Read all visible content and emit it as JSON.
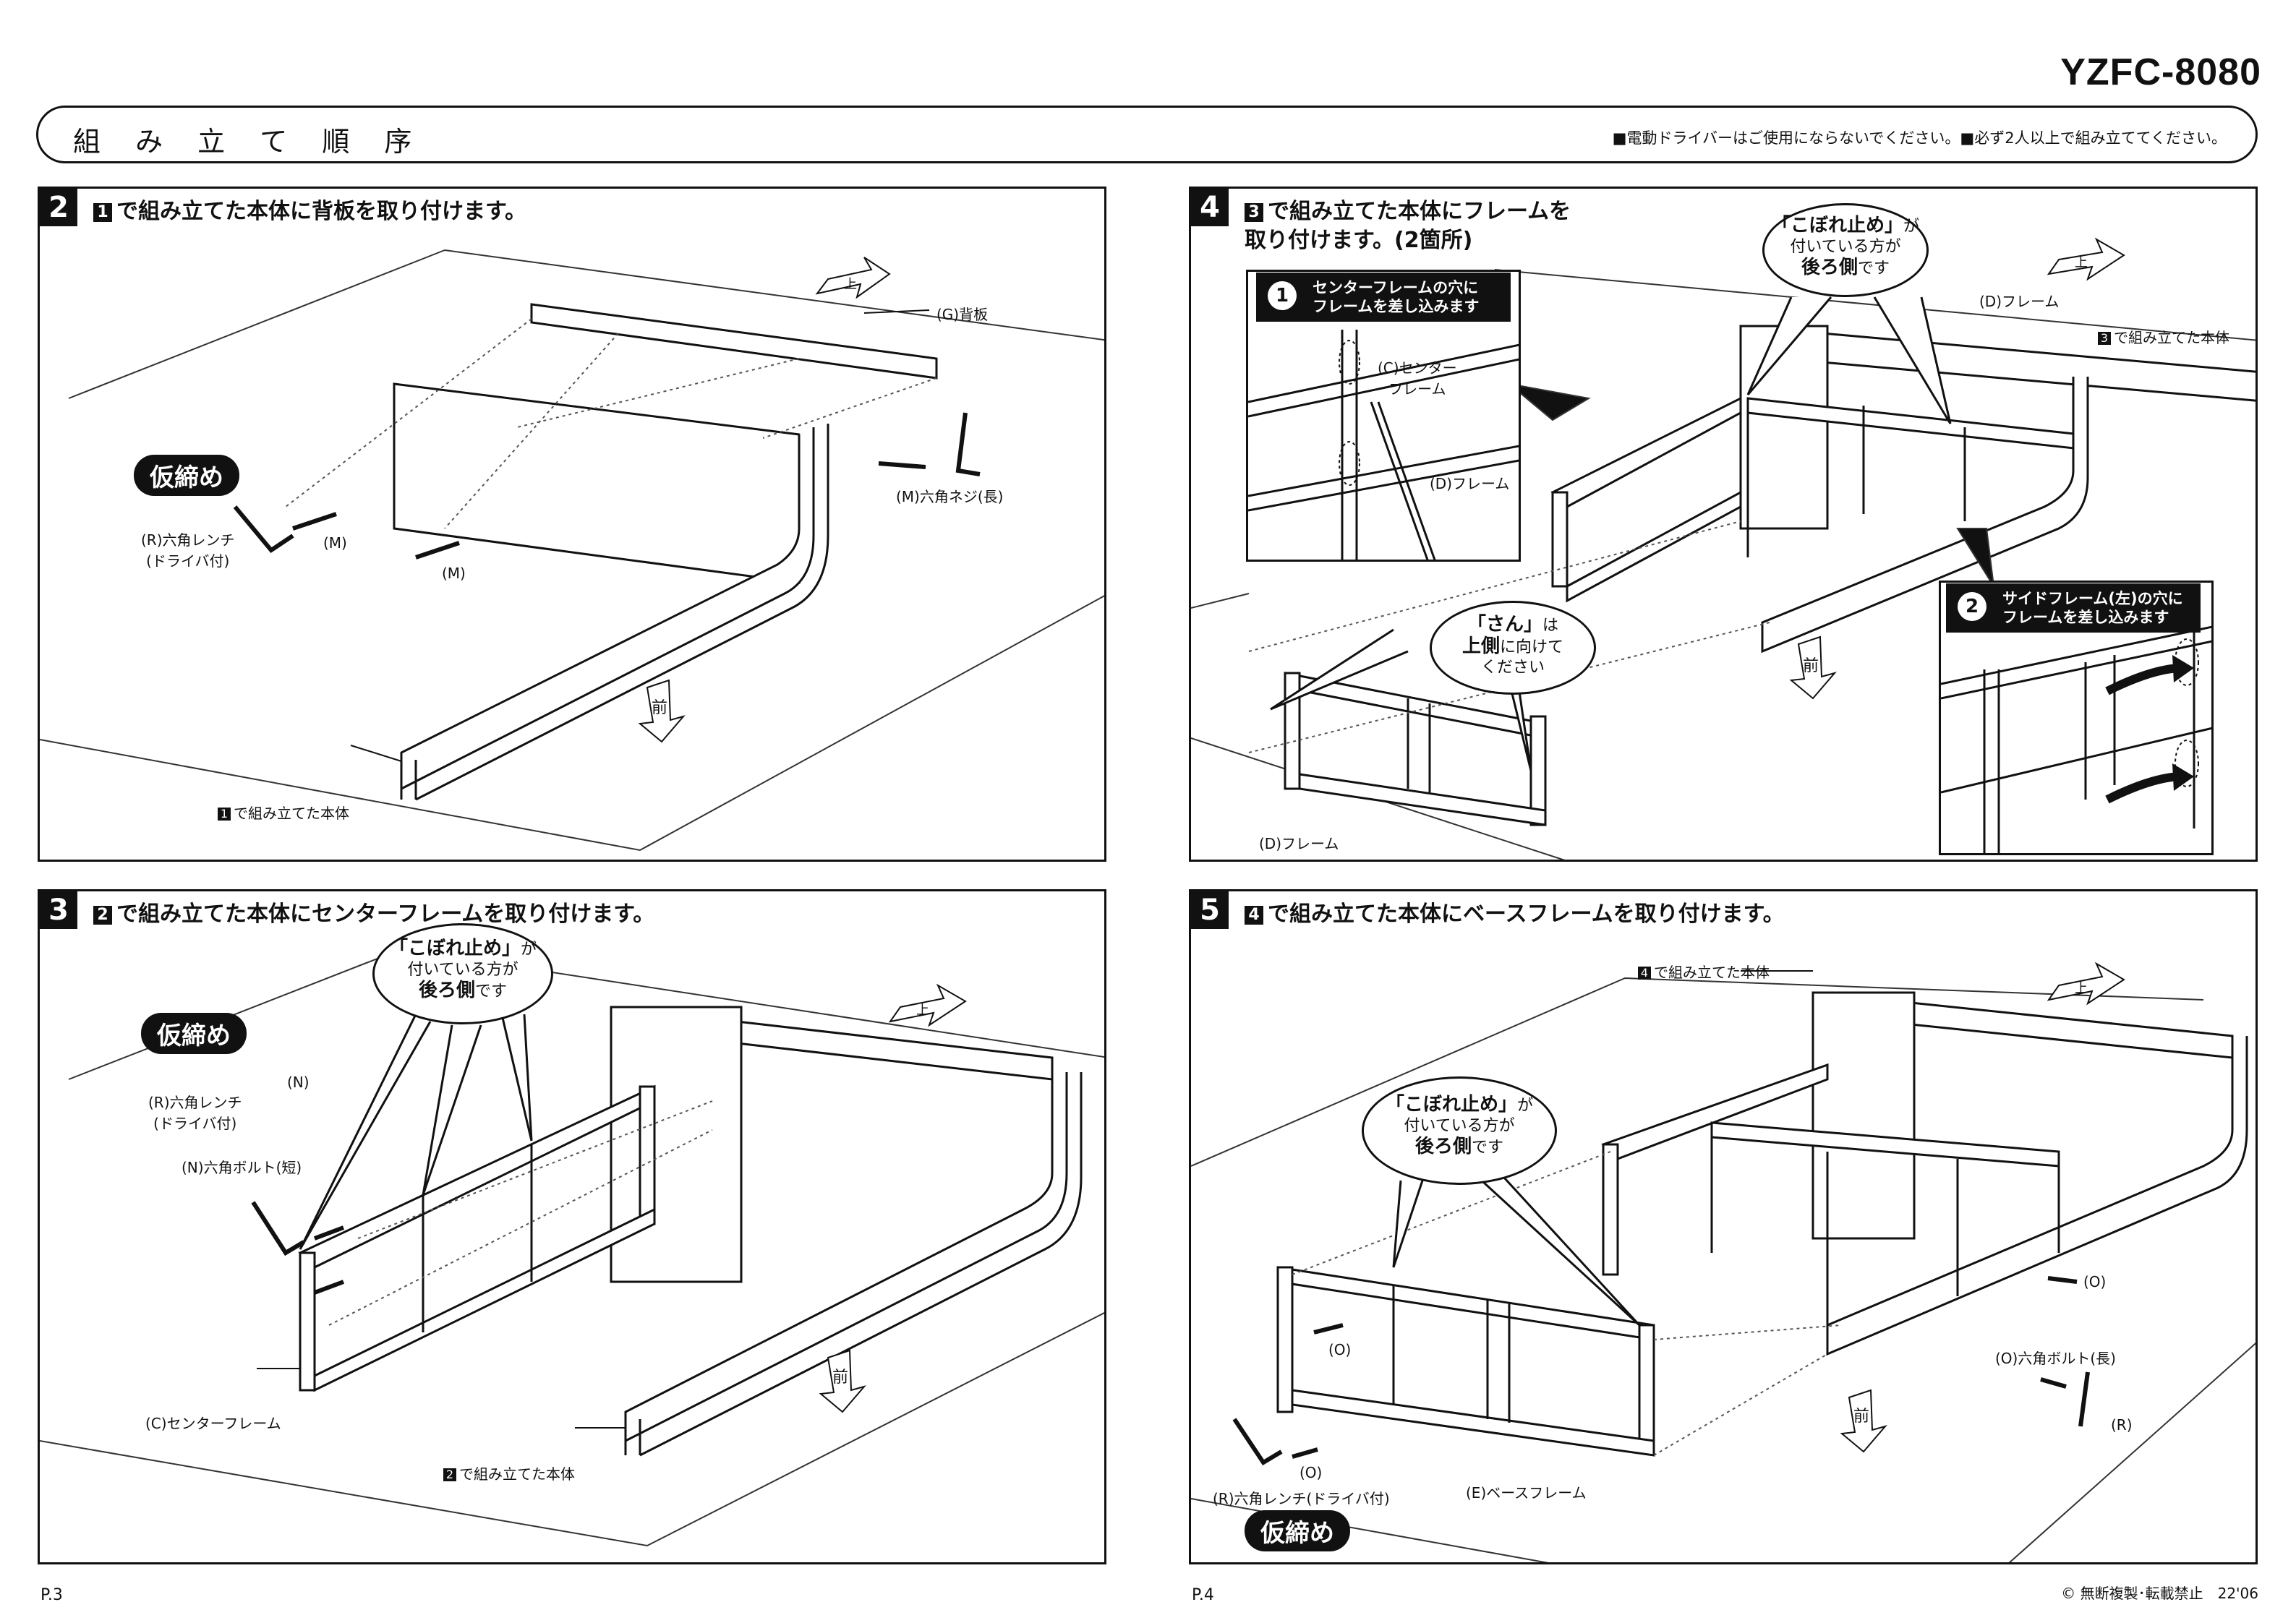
{
  "model": "YZFC-8080",
  "header": {
    "title": "組 み 立 て 順 序",
    "notice": "■電動ドライバーはご使用にならないでください。■必ず2人以上で組み立ててください。"
  },
  "steps": {
    "s2": {
      "number": "2",
      "ref": "1",
      "desc": "で組み立てた本体に背板を取り付けます。",
      "kari": "仮締め",
      "labels": {
        "g": "(G)背板",
        "m_long": "(M)六角ネジ(長)",
        "wrench1": "(R)六角レンチ",
        "wrench2": "(ドライバ付)",
        "m1": "(M)",
        "m2": "(M)",
        "front": "前",
        "up": "上",
        "body_ref": "1",
        "body": "で組み立てた本体"
      }
    },
    "s4": {
      "number": "4",
      "ref": "3",
      "desc1": "で組み立てた本体にフレームを",
      "desc2": "取り付けます。(2箇所)",
      "inset1": {
        "num": "1",
        "line1": "センターフレームの穴に",
        "line2": "フレームを差し込みます"
      },
      "inset2": {
        "num": "2",
        "line1": "サイドフレーム(左)の穴に",
        "line2": "フレームを差し込みます"
      },
      "bubble1": {
        "b1": "「こぼれ止め」",
        "t1": "が",
        "t2": "付いている方が",
        "b2": "後ろ側",
        "t3": "です"
      },
      "bubble2": {
        "b1": "「さん」",
        "t1": "は",
        "b2": "上側",
        "t2": "に向けて",
        "t3": "ください"
      },
      "labels": {
        "c_center1": "(C)センター",
        "c_center2": "フレーム",
        "d_frame_inset": "(D)フレーム",
        "d_frame_top": "(D)フレーム",
        "body_ref": "3",
        "body": "で組み立てた本体",
        "d_frame_bottom": "(D)フレーム",
        "front": "前",
        "up": "上"
      }
    },
    "s3": {
      "number": "3",
      "ref": "2",
      "desc": "で組み立てた本体にセンターフレームを取り付けます。",
      "kari": "仮締め",
      "bubble": {
        "b1": "「こぼれ止め」",
        "t1": "が",
        "t2": "付いている方が",
        "b2": "後ろ側",
        "t3": "です"
      },
      "labels": {
        "wrench1": "(R)六角レンチ",
        "wrench2": "(ドライバ付)",
        "n": "(N)",
        "n_bolt": "(N)六角ボルト(短)",
        "c_frame": "(C)センターフレーム",
        "body_ref": "2",
        "body": "で組み立てた本体",
        "front": "前",
        "up": "上"
      }
    },
    "s5": {
      "number": "5",
      "ref": "4",
      "desc": "で組み立てた本体にベースフレームを取り付けます。",
      "kari": "仮締め",
      "bubble": {
        "b1": "「こぼれ止め」",
        "t1": "が",
        "t2": "付いている方が",
        "b2": "後ろ側",
        "t3": "です"
      },
      "labels": {
        "body_ref": "4",
        "body": "で組み立てた本体",
        "o1": "(O)",
        "o2": "(O)",
        "o3": "(O)",
        "o_bolt": "(O)六角ボルト(長)",
        "r": "(R)",
        "wrench": "(R)六角レンチ(ドライバ付)",
        "e_frame": "(E)ベースフレーム",
        "front": "前",
        "up": "上"
      }
    }
  },
  "footer": {
    "p3": "P.3",
    "p4": "P.4",
    "copyright": "© 無断複製･転載禁止　22'06"
  }
}
